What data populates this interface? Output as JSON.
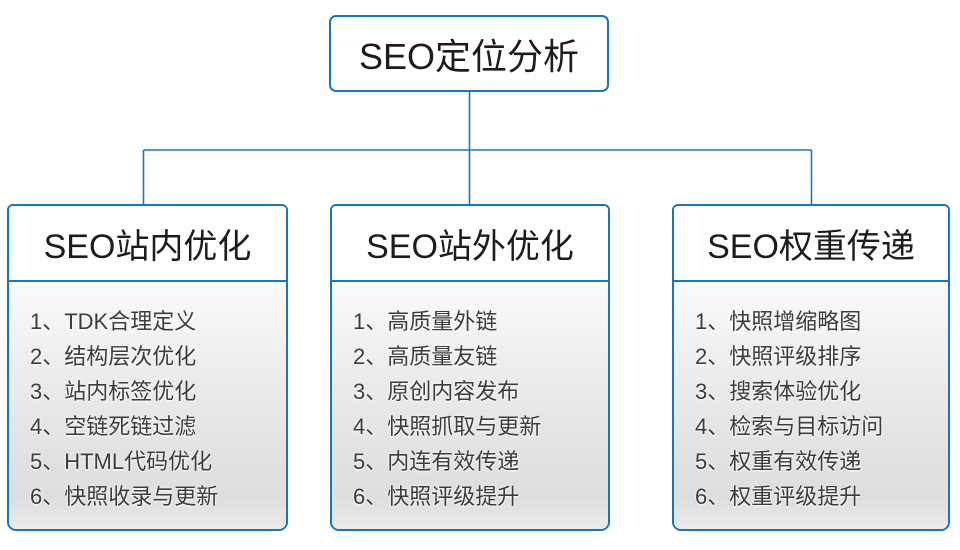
{
  "root": {
    "title": "SEO定位分析"
  },
  "branches": [
    {
      "title": "SEO站内优化",
      "items": [
        "1、TDK合理定义",
        "2、结构层次优化",
        "3、站内标签优化",
        "4、空链死链过滤",
        "5、HTML代码优化",
        "6、快照收录与更新"
      ]
    },
    {
      "title": "SEO站外优化",
      "items": [
        "1、高质量外链",
        "2、高质量友链",
        "3、原创内容发布",
        "4、快照抓取与更新",
        "5、内连有效传递",
        "6、快照评级提升"
      ]
    },
    {
      "title": "SEO权重传递",
      "items": [
        "1、快照增缩略图",
        "2、快照评级排序",
        "3、搜索体验优化",
        "4、检索与目标访问",
        "5、权重有效传递",
        "6、权重评级提升"
      ]
    }
  ],
  "colors": {
    "accent_blue": "#1777be",
    "header_bg": "#ffffff",
    "body_gradient_top": "#fafbfb",
    "body_gradient_bottom": "#dedede",
    "title_text": "#1c1c1c",
    "item_text": "#3c3c3c"
  }
}
